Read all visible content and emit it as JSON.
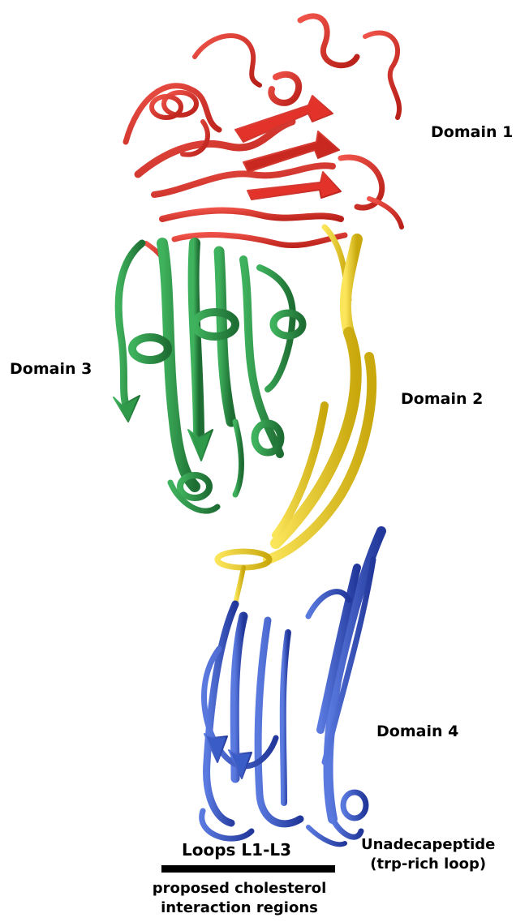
{
  "labels": {
    "domain1": "Domain 1",
    "domain2": "Domain 2",
    "domain3": "Domain 3",
    "domain4": "Domain 4",
    "loops": "Loops L1-L3",
    "unadecapeptide_line1": "Unadecapeptide",
    "unadecapeptide_line2": "(trp-rich loop)",
    "cholesterol_line1": "proposed cholesterol",
    "cholesterol_line2": "interaction regions"
  },
  "colors": {
    "domain1": "#e2322a",
    "domain2": "#f2d320",
    "domain3": "#2e9a4a",
    "domain4": "#3a5cc6",
    "background": "#ffffff",
    "text": "#000000"
  }
}
